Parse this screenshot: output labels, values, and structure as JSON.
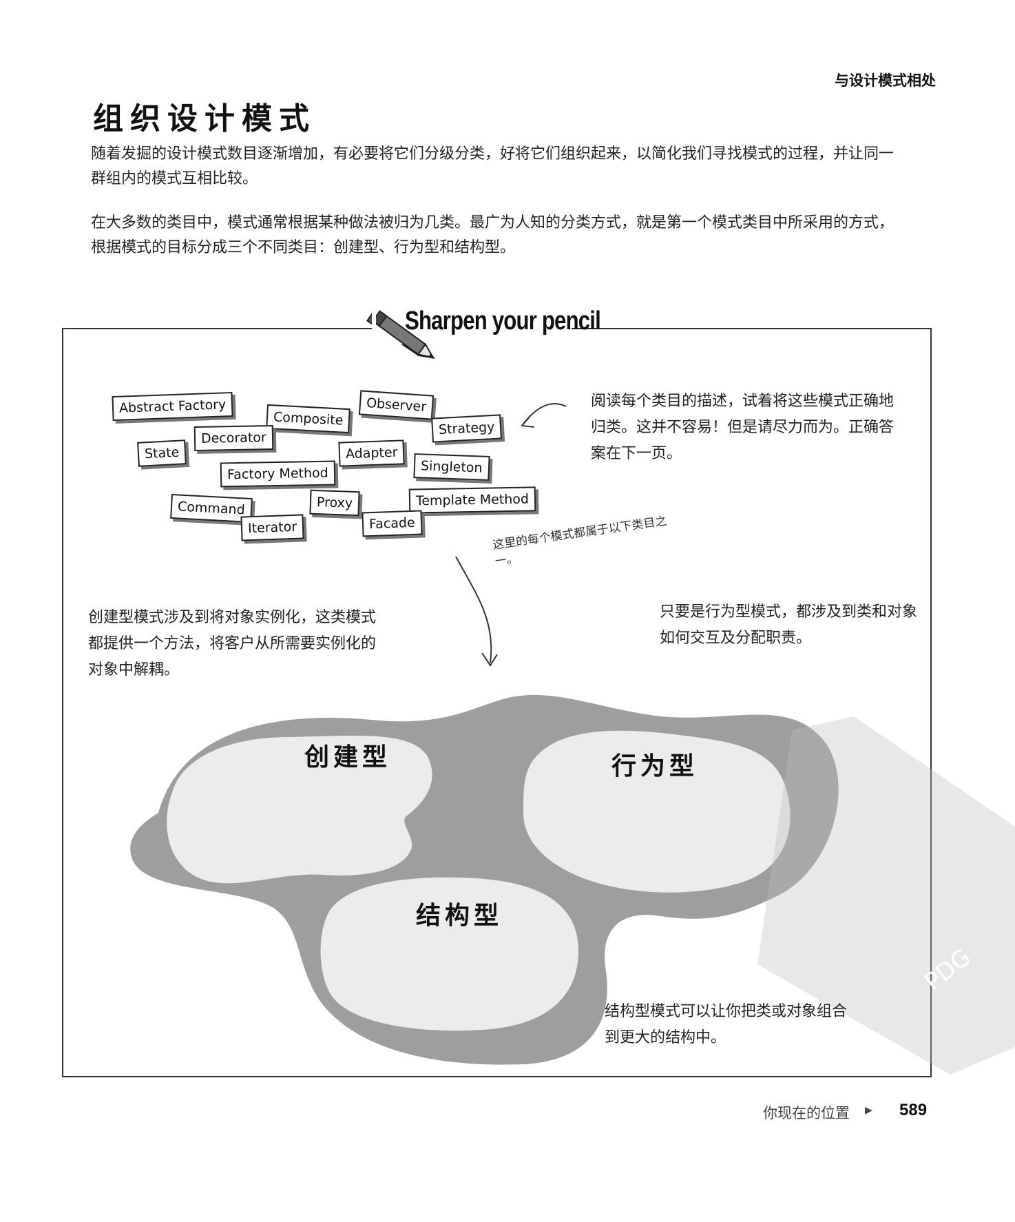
{
  "running_header": "与设计模式相处",
  "page_title": "组织设计模式",
  "paragraphs": [
    "随着发掘的设计模式数目逐渐增加，有必要将它们分级分类，好将它们组织起来，以简化我们寻找模式的过程，并让同一群组内的模式互相比较。",
    "在大多数的类目中，模式通常根据某种做法被归为几类。最广为人知的分类方式，就是第一个模式类目中所采用的方式，根据模式的目标分成三个不同类目：创建型、行为型和结构型。"
  ],
  "exercise": {
    "banner": "Sharpen your pencil",
    "pattern_cards": [
      "Abstract Factory",
      "Composite",
      "Observer",
      "Strategy",
      "Decorator",
      "State",
      "Adapter",
      "Singleton",
      "Factory Method",
      "Proxy",
      "Template Method",
      "Command",
      "Iterator",
      "Facade"
    ],
    "instructions": "阅读每个类目的描述，试着将这些模式正确地归类。这并不容易！但是请尽力而为。正确答案在下一页。",
    "handwritten_note": "这里的每个模式都属于以下类目之一。",
    "creational_description": "创建型模式涉及到将对象实例化，这类模式都提供一个方法，将客户从所需要实例化的对象中解耦。",
    "behavioral_description": "只要是行为型模式，都涉及到类和对象如何交互及分配职责。",
    "structural_description": "结构型模式可以让你把类或对象组合到更大的结构中。",
    "categories": {
      "creational": "创建型",
      "behavioral": "行为型",
      "structural": "结构型"
    }
  },
  "footer": {
    "location": "你现在的位置",
    "page_number": "589"
  },
  "watermark": "PDG",
  "colors": {
    "blob_outer": "#9e9e9e",
    "blob_inner": "#e9e9e9",
    "border": "#333333"
  }
}
